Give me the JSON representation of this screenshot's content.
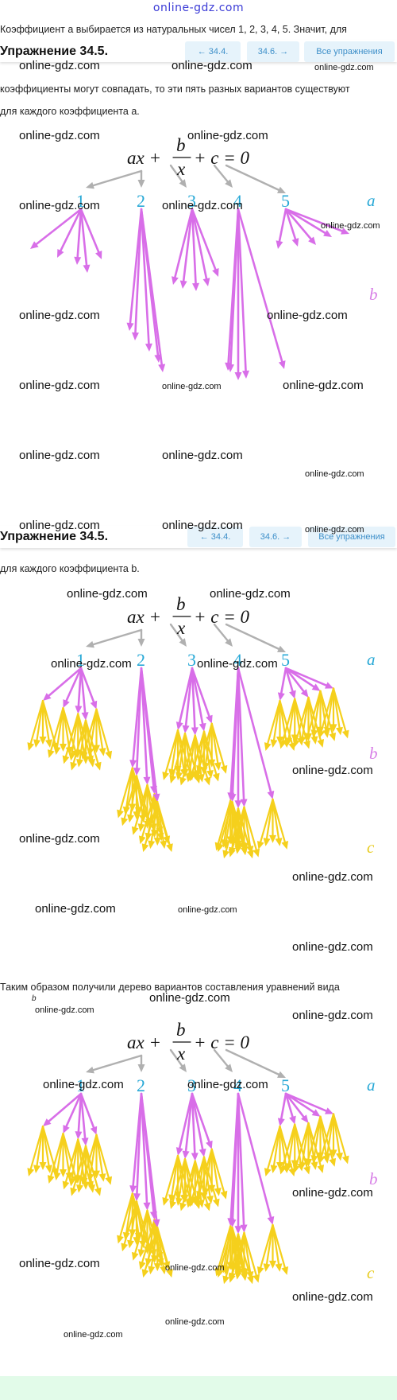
{
  "site": {
    "name": "online-gdz.com"
  },
  "paragraphs": {
    "p1_line1": "Коэффициент a выбирается из натуральных чисел 1, 2, 3, 4, 5. Значит, для",
    "p1_line2": "коэффициенты могут совпадать, то эти пять разных вариантов существуют",
    "p1_line3": "для каждого коэффициента a.",
    "p2_line1": "для каждого коэффициента b.",
    "p3_line1": "Таким образом получили дерево вариантов составления уравнений вида",
    "p3_line2": "b"
  },
  "exercise_bar": {
    "title": "Упражнение 34.5.",
    "prev_label": "← 34.4.",
    "next_label": "34.6. →",
    "all_label": "Все упражнения"
  },
  "equation": {
    "lhs_start": "ax +",
    "numerator": "b",
    "denominator": "x",
    "lhs_end": "+ c = 0"
  },
  "tree": {
    "numbers": [
      "1",
      "2",
      "3",
      "4",
      "5"
    ],
    "level_labels": [
      "a",
      "b",
      "c"
    ],
    "colors": {
      "number": "#27a8d6",
      "a_label": "#27a8d6",
      "b_label": "#d77ee6",
      "c_label": "#e8cc22",
      "magenta_arrow": "#d86ee8",
      "yellow_arrow": "#f5d01c",
      "gray_arrow": "#b0b0b0"
    }
  },
  "watermarks": [
    "online-gdz.com"
  ]
}
